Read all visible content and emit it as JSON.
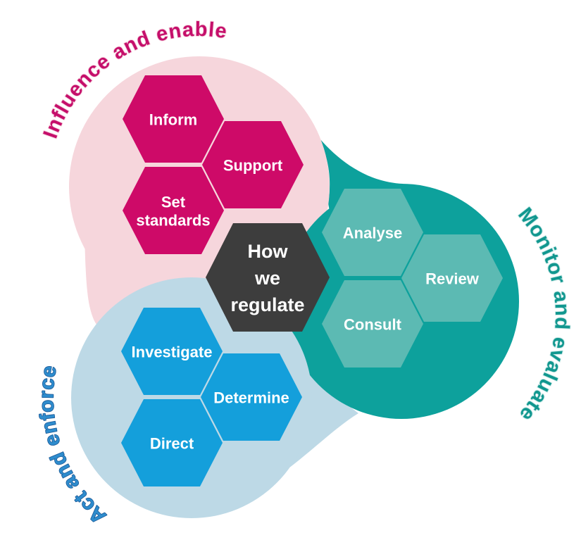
{
  "diagram": {
    "title": "How we regulate",
    "center": {
      "lines": [
        "How",
        "we",
        "regulate"
      ],
      "bg": "#3d3d3d",
      "text_color": "#ffffff"
    },
    "lobes": {
      "influence": {
        "label": "Influence and enable",
        "label_color": "#c50f6b",
        "bg": "#f6d6dc",
        "hex_bg": "#ce0a68",
        "hexes": [
          {
            "name": "inform",
            "lines": [
              "Inform"
            ]
          },
          {
            "name": "support",
            "lines": [
              "Support"
            ]
          },
          {
            "name": "set-standards",
            "lines": [
              "Set",
              "standards"
            ]
          }
        ]
      },
      "monitor": {
        "label": "Monitor and evaluate",
        "label_color": "#11978f",
        "bg": "#0da19c",
        "hex_bg": "#5cbab3",
        "hexes": [
          {
            "name": "analyse",
            "lines": [
              "Analyse"
            ]
          },
          {
            "name": "review",
            "lines": [
              "Review"
            ]
          },
          {
            "name": "consult",
            "lines": [
              "Consult"
            ]
          }
        ]
      },
      "act": {
        "label": "Act and enforce",
        "label_color": "#2e8ccd",
        "label_outline": "#1a5795",
        "bg": "#bdd9e6",
        "hex_bg": "#149fdb",
        "hexes": [
          {
            "name": "investigate",
            "lines": [
              "Investigate"
            ]
          },
          {
            "name": "determine",
            "lines": [
              "Determine"
            ]
          },
          {
            "name": "direct",
            "lines": [
              "Direct"
            ]
          }
        ]
      }
    }
  }
}
